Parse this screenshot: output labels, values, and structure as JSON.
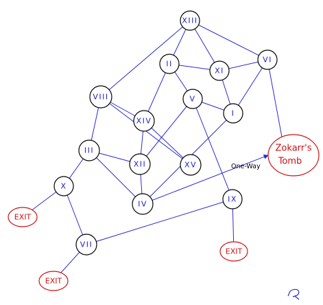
{
  "rooms": {
    "XIII": "XIII",
    "II": "II",
    "XI": "XI",
    "VI": "VI",
    "VIII": "VIII",
    "V": "V",
    "XIV": "XIV",
    "I": "I",
    "III": "III",
    "XII": "XII",
    "XV": "XV",
    "X": "X",
    "IV": "IV",
    "IX": "IX",
    "VII": "VII"
  },
  "tomb": {
    "line1": "Zokarr's",
    "line2": "Tomb"
  },
  "exits": {
    "left": "EXIT",
    "bottom_left": "EXIT",
    "bottom": "EXIT"
  },
  "one_way_label": "One-Way",
  "colors": {
    "edge": "#2a2ad0",
    "room_label": "#2020c8",
    "special": "#cc1111"
  }
}
